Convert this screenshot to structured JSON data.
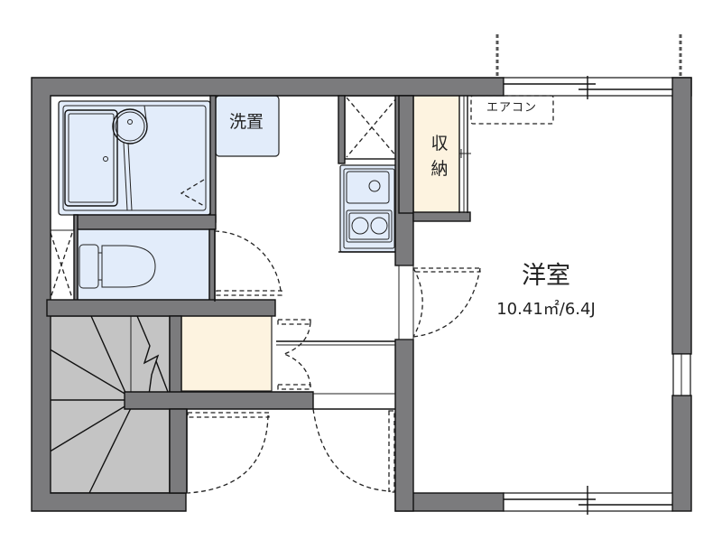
{
  "floor_plan": {
    "rooms": {
      "washroom": {
        "label": "洗置"
      },
      "storage": {
        "label_line1": "収",
        "label_line2": "納"
      },
      "aircon": {
        "label": "エアコン"
      },
      "western_room": {
        "label": "洋室",
        "area": "10.41㎡/6.4J"
      }
    },
    "colors": {
      "wall": "#7b7b7d",
      "wet_area": "#e2ecfa",
      "storage": "#fdf3e0",
      "stairs": "#c4c4c4",
      "floor": "#ffffff"
    }
  }
}
